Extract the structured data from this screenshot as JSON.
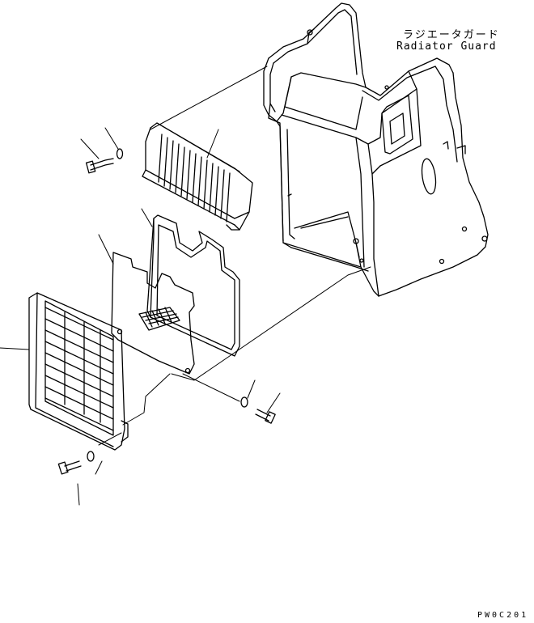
{
  "diagram": {
    "title_jp": "ラジエータガード",
    "title_en": "Radiator Guard",
    "drawing_code": "PW0C201"
  },
  "parts": [
    {
      "name": "radiator-guard-frame",
      "icon": "guard-frame-icon"
    },
    {
      "name": "upper-grille",
      "icon": "upper-grille-icon"
    },
    {
      "name": "seal-gasket",
      "icon": "gasket-icon"
    },
    {
      "name": "mesh-screen",
      "icon": "mesh-screen-icon"
    },
    {
      "name": "front-grille",
      "icon": "front-grille-icon"
    },
    {
      "name": "bolt",
      "icon": "bolt-icon"
    },
    {
      "name": "washer",
      "icon": "washer-icon"
    }
  ],
  "colors": {
    "line": "#000000",
    "background": "#ffffff"
  }
}
